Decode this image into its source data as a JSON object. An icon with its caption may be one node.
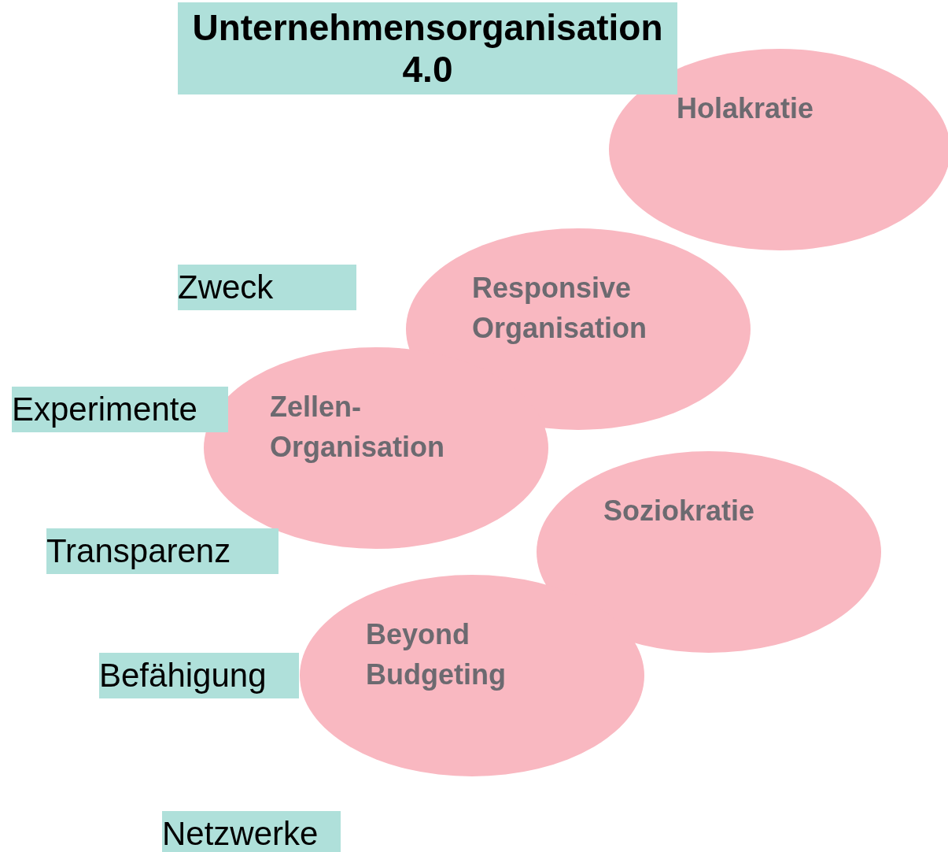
{
  "diagram": {
    "nodes": [
      {
        "text": [
          "Unternehmensorganisation 4.0"
        ]
      },
      {
        "text": [
          "Holakratie"
        ]
      },
      {
        "text": [
          "Zweck"
        ]
      },
      {
        "text": [
          "Responsive Organisation"
        ]
      },
      {
        "text": [
          "Experimente"
        ]
      },
      {
        "text": [
          "Zellen- Organisation"
        ]
      },
      {
        "text": [
          "Soziokratie"
        ]
      },
      {
        "text": [
          "Transparenz"
        ]
      },
      {
        "text": [
          "Beyond Budgeting"
        ]
      },
      {
        "text": [
          "Befähigung"
        ]
      },
      {
        "text": [
          "Netzwerke"
        ]
      }
    ],
    "edges": []
  }
}
